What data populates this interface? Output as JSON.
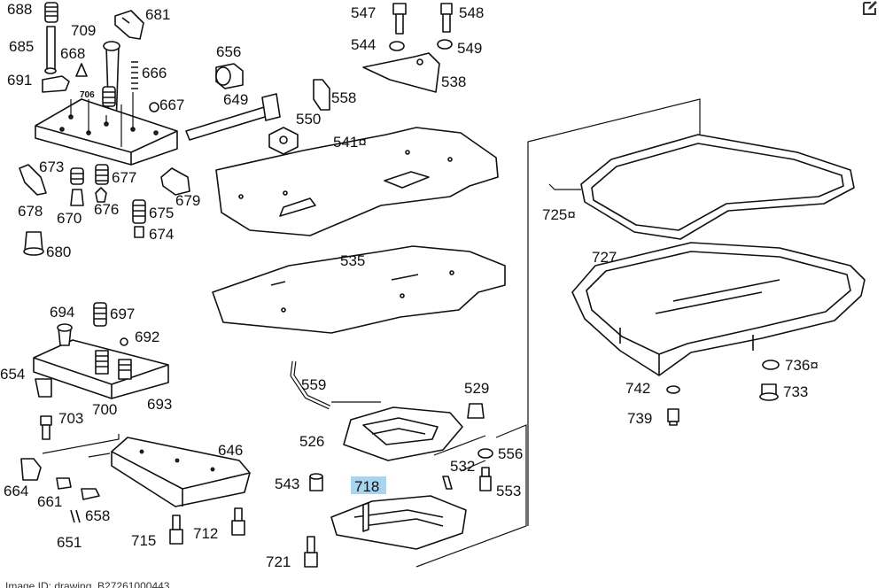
{
  "labels": {
    "p688": "688",
    "p709": "709",
    "p681": "681",
    "p685": "685",
    "p668": "668",
    "p656": "656",
    "p691": "691",
    "p706": "706",
    "p666": "666",
    "p649": "649",
    "p667": "667",
    "p673": "673",
    "p677": "677",
    "p679": "679",
    "p678": "678",
    "p670": "670",
    "p676": "676",
    "p675": "675",
    "p674": "674",
    "p680": "680",
    "p547": "547",
    "p548": "548",
    "p544": "544",
    "p549": "549",
    "p538": "538",
    "p558": "558",
    "p550": "550",
    "p541": "541¤",
    "p725": "725¤",
    "p727": "727",
    "p535": "535",
    "p694": "694",
    "p697": "697",
    "p692": "692",
    "p654": "654",
    "p700": "700",
    "p693": "693",
    "p703": "703",
    "p559": "559",
    "p529": "529",
    "p742": "742",
    "p736": "736¤",
    "p733": "733",
    "p739": "739",
    "p646": "646",
    "p526": "526",
    "p556": "556",
    "p532": "532",
    "p553": "553",
    "p543": "543",
    "p718": "718",
    "p664": "664",
    "p661": "661",
    "p658": "658",
    "p651": "651",
    "p715": "715",
    "p712": "712",
    "p721": "721"
  },
  "footer": "Image ID: drawing_B27261000443",
  "icons": {
    "edit": "edit-icon"
  },
  "colors": {
    "highlight": "#a9d4f0",
    "ink": "#111111"
  }
}
